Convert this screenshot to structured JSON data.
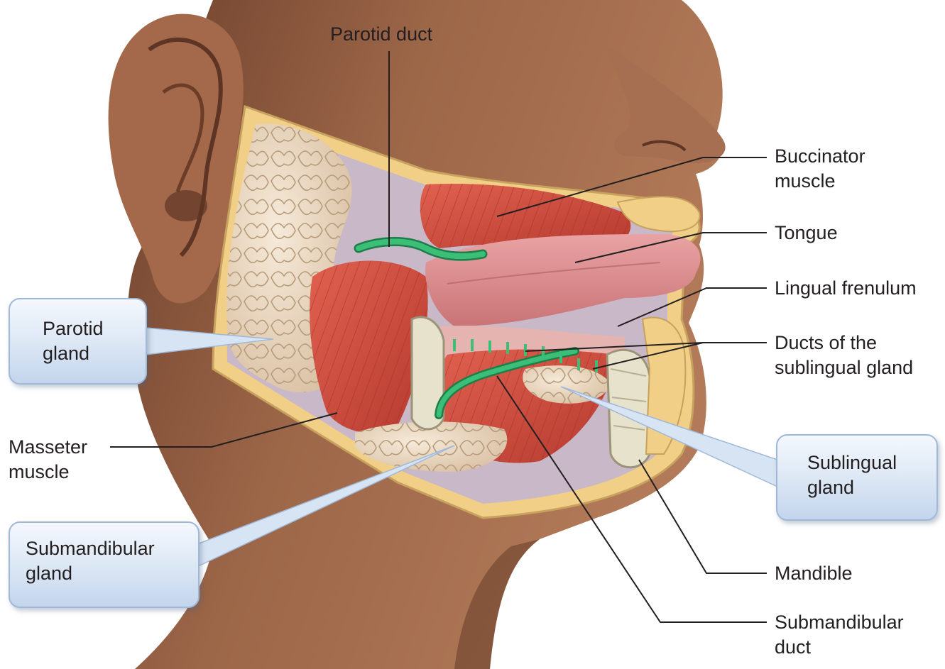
{
  "labels": {
    "parotid_duct": "Parotid duct",
    "buccinator_muscle": "Buccinator\nmuscle",
    "tongue": "Tongue",
    "lingual_frenulum": "Lingual frenulum",
    "ducts_sublingual": "Ducts of the\nsublingual gland",
    "parotid_gland": "Parotid\ngland",
    "masseter_muscle": "Masseter\nmuscle",
    "sublingual_gland": "Sublingual\ngland",
    "submandibular_gland": "Submandibular\ngland",
    "mandible": "Mandible",
    "submandibular_duct": "Submandibular\nduct"
  },
  "colors": {
    "skin": "#9a6447",
    "skin_shadow": "#6e412c",
    "fat_cut_edge": "#f2cf87",
    "gland": "#ecdcc8",
    "muscle": "#cf4a3c",
    "tongue": "#d98a8e",
    "duct": "#2aa163",
    "callout_box": "#d6e3f3",
    "leader_line": "#231f20"
  }
}
